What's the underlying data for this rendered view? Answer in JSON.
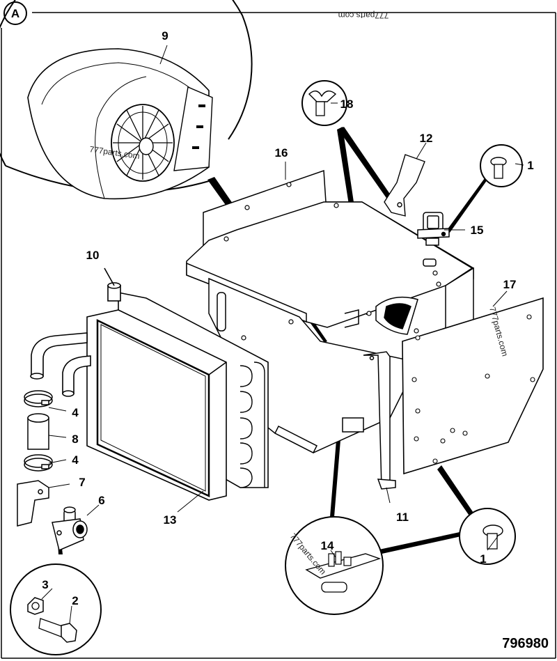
{
  "corner_label": "A",
  "drawing_number": "796980",
  "watermarks": [
    "777parts.com",
    "777parts.com",
    "777parts.com",
    "777parts.com"
  ],
  "callouts": {
    "c1a": "1",
    "c1b": "1",
    "c2": "2",
    "c3": "3",
    "c4a": "4",
    "c4b": "4",
    "c6": "6",
    "c7": "7",
    "c8": "8",
    "c9": "9",
    "c10": "10",
    "c11": "11",
    "c12": "12",
    "c13": "13",
    "c14": "14",
    "c15": "15",
    "c16": "16",
    "c17": "17",
    "c18": "18"
  }
}
